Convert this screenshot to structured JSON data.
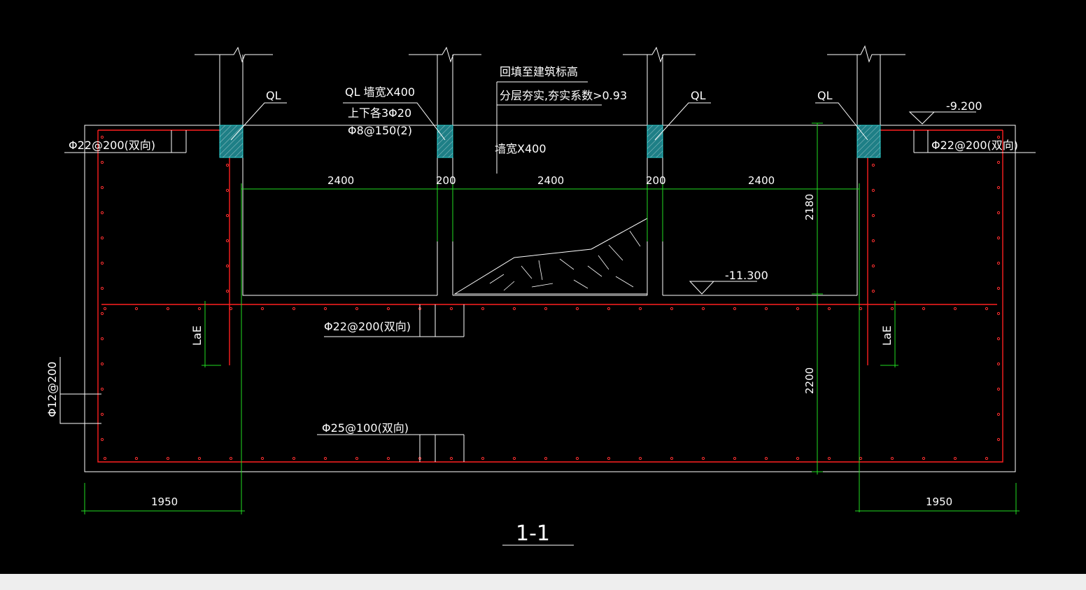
{
  "labels": {
    "ql": "QL",
    "ql_spec": "QL  墙宽X400",
    "ql_rebar1": "上下各3Φ20",
    "ql_rebar2": "Φ8@150(2)",
    "backfill1": "回填至建筑标高",
    "backfill2": "分层夯实,夯实系数>0.93",
    "wall_width": "墙宽X400",
    "rebar_top_left": "Φ22@200(双向)",
    "rebar_top_right": "Φ22@200(双向)",
    "rebar_mid": "Φ22@200(双向)",
    "rebar_bottom": "Φ25@100(双向)",
    "rebar_side": "Φ12@200",
    "lae": "LaE",
    "elev_top": "-9.200",
    "elev_bottom": "-11.300",
    "section_title": "1-1"
  },
  "dimensions": {
    "bay": "2400",
    "wall": "200",
    "h_upper": "2180",
    "h_lower": "2200",
    "edge": "1950"
  },
  "colors": {
    "background": "#000000",
    "line": "#ffffff",
    "rebar": "#ff2020",
    "dimension": "#22dd22",
    "ql_fill": "#2ab0b0"
  }
}
